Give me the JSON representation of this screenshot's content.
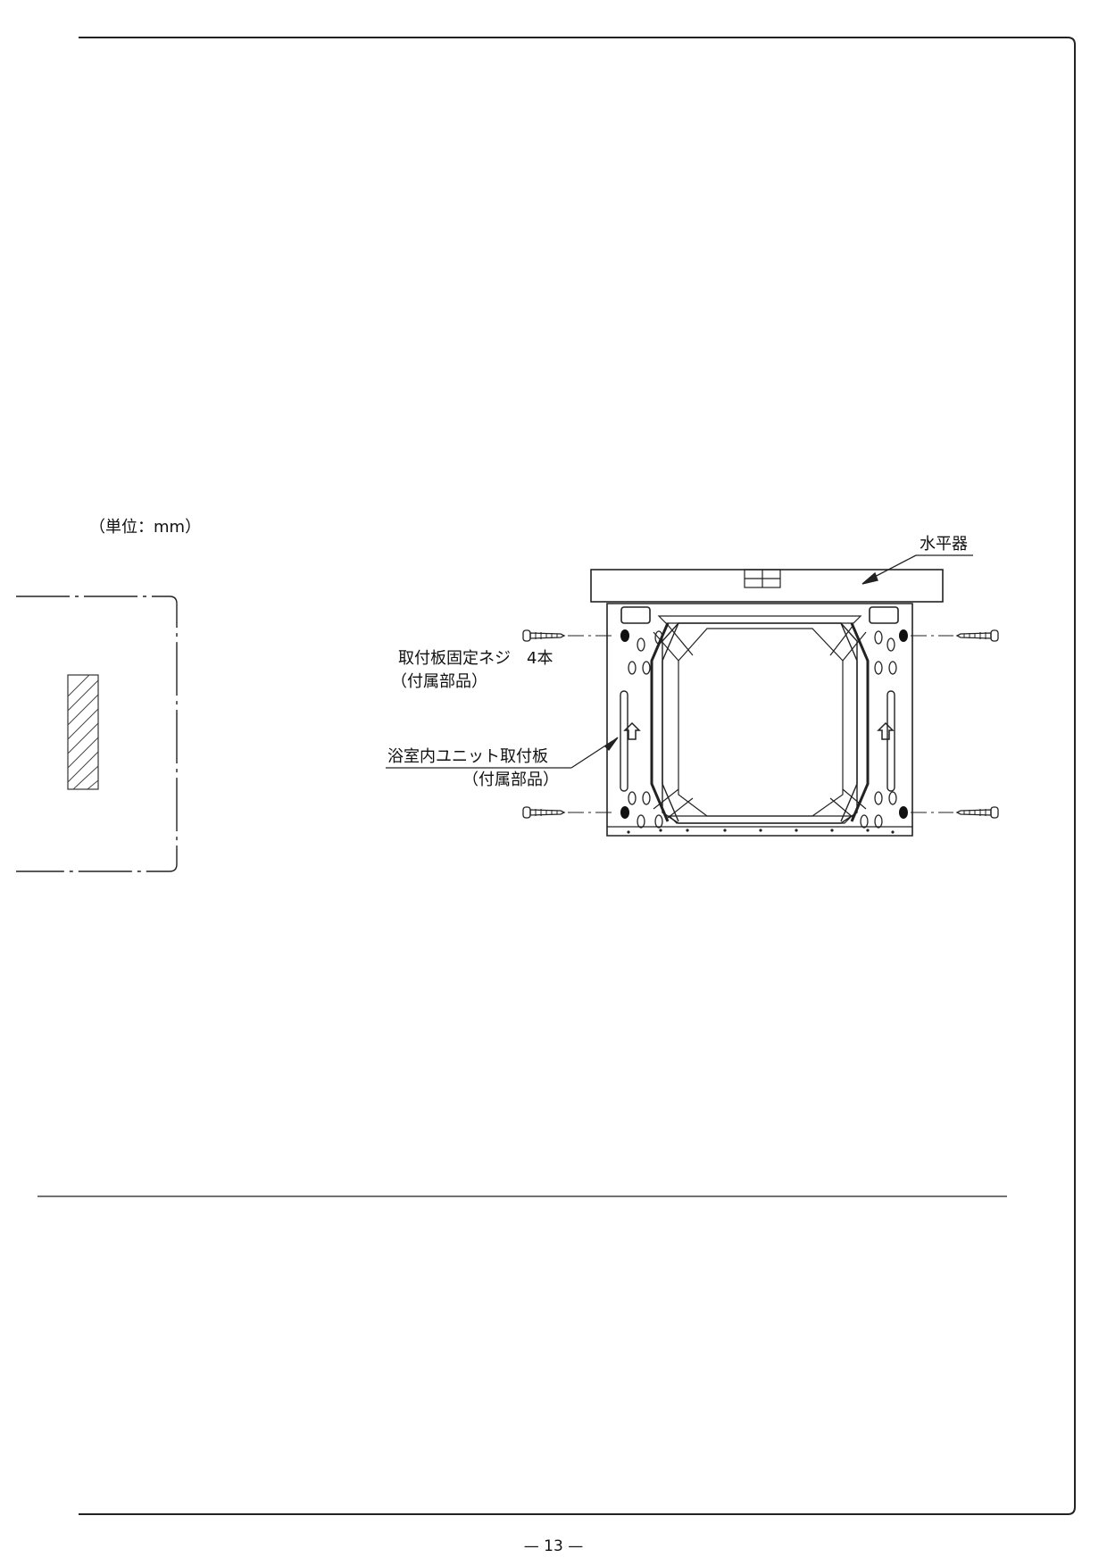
{
  "unit_label": "（単位：mm）",
  "labels": {
    "level": "水平器",
    "screws_line1": "取付板固定ネジ　4本",
    "screws_line2": "（付属部品）",
    "plate_line1": "浴室内ユニット取付板",
    "plate_line2": "（付属部品）"
  },
  "page_number": "— 13 —"
}
